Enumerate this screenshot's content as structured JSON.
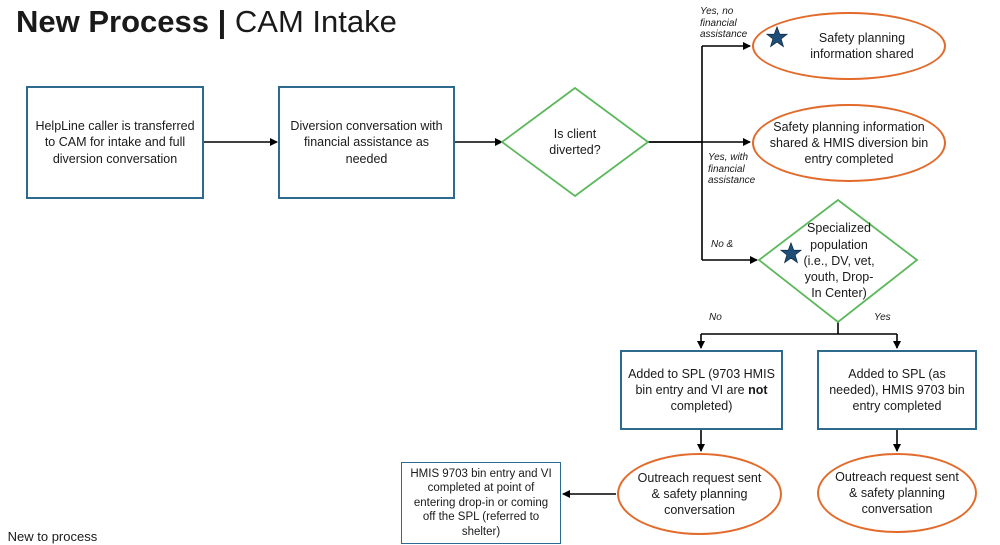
{
  "title": {
    "bold": "New Process |",
    "light": " CAM Intake"
  },
  "nodes": {
    "helpline": "HelpLine caller is transferred to CAM for intake and full diversion conversation",
    "diversion": "Diversion conversation with financial assistance as needed",
    "decision_diverted": "Is client diverted?",
    "oval_safety_shared": "Safety planning information shared",
    "oval_safety_hmis": "Safety planning information shared & HMIS diversion bin entry completed",
    "decision_specialized": "Specialized population (i.e., DV, vet, youth, Drop-In Center)",
    "spl_no_prefix": "Added to SPL (9703 HMIS bin entry and VI are ",
    "spl_no_bold": "not",
    "spl_no_suffix": " completed)",
    "spl_yes": "Added to SPL (as needed), HMIS 9703 bin entry completed",
    "outreach_left": "Outreach request sent & safety planning conversation",
    "outreach_right": "Outreach request sent & safety planning conversation",
    "hmis_dropin": "HMIS 9703 bin entry and VI completed at point of entering drop-in or coming off the SPL (referred to shelter)"
  },
  "edge_labels": {
    "yes_no_financial": "Yes, no financial assistance",
    "yes_with_financial": "Yes, with financial assistance",
    "no_and": "No &",
    "no": "No",
    "yes": "Yes"
  },
  "legend": {
    "text": "New to process"
  },
  "colors": {
    "box_border": "#2e6a8e",
    "oval_border": "#e26b2b",
    "diamond_border": "#5cb85c",
    "star_fill": "#1f4e79",
    "line": "#000000"
  },
  "icons": {
    "new_marker": "star-icon"
  }
}
